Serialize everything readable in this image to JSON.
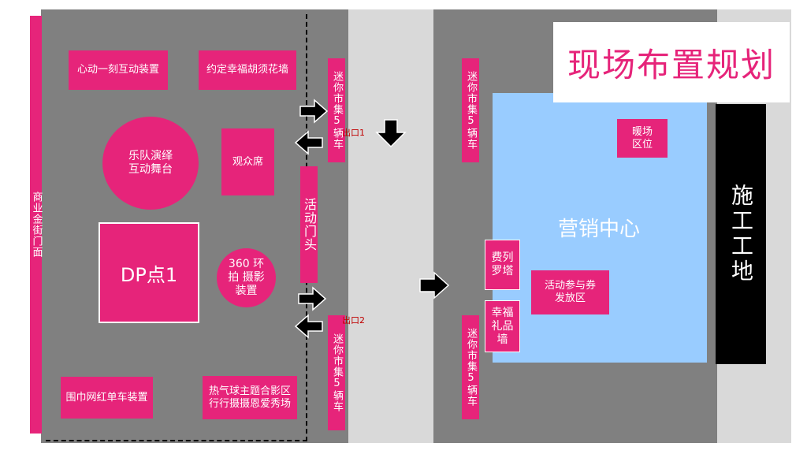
{
  "title": "现场布置规划",
  "left_strip": "商业金街门面",
  "left_area": {
    "heart_moment": "心动一刻互动装置",
    "pledge_wall": "约定幸福胡须花墙",
    "band_stage": "乐队演绎\n互动舞台",
    "audience": "观众席",
    "dp_point": "DP点1",
    "photo_360": "360 环\n拍 摄影\n装置",
    "bike_installation": "围巾网红单车装置",
    "balloon_zone": "热气球主题合影区\n行行摄摄恩爱秀场",
    "entrance_gate": "活动门头"
  },
  "markets": [
    {
      "label": "迷你市集5辆车"
    },
    {
      "label": "迷你市集5辆车"
    },
    {
      "label": "迷你市集5辆车"
    },
    {
      "label": "迷你市集5辆车"
    }
  ],
  "entrances": [
    {
      "label": "出口1"
    },
    {
      "label": "出口2"
    }
  ],
  "sales_center": {
    "label": "营销中心",
    "warm_zone": "暖场\n区位",
    "ferrero": "费列\n罗塔",
    "gift_wall": "幸福\n礼品\n墙",
    "coupon_area": "活动参与券\n发放区"
  },
  "construction": "施工工地",
  "colors": {
    "pink": "#e6247a",
    "gray": "#808080",
    "light_gray": "#d9d9d9",
    "sky_blue": "#99ccff",
    "black": "#000000"
  }
}
